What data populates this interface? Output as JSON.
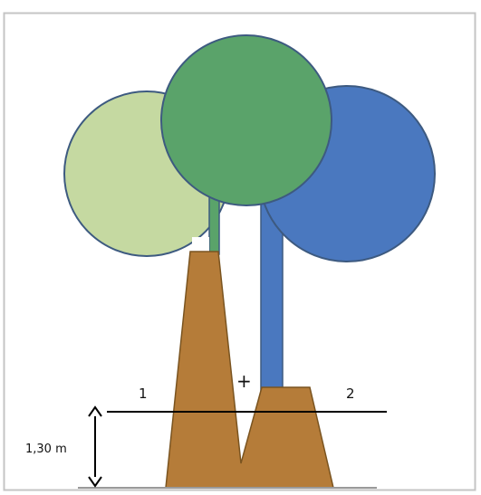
{
  "labels": {
    "tree_1": "1",
    "tree_2": "2",
    "junction_marker": "+",
    "height": "1,30 m"
  },
  "colors": {
    "frame_border": "#c4c4c4",
    "canopy_light_green": "#c5d9a1",
    "canopy_green": "#5aa36a",
    "canopy_blue": "#4a78bf",
    "canopy_outline": "#3d5a80",
    "trunk_brown": "#b57c39",
    "trunk_outline": "#7a5420",
    "line_black": "#000000",
    "ground_gray": "#9a9a9a"
  },
  "icons": {
    "measure_arrow": "double-headed-vertical-arrow"
  }
}
